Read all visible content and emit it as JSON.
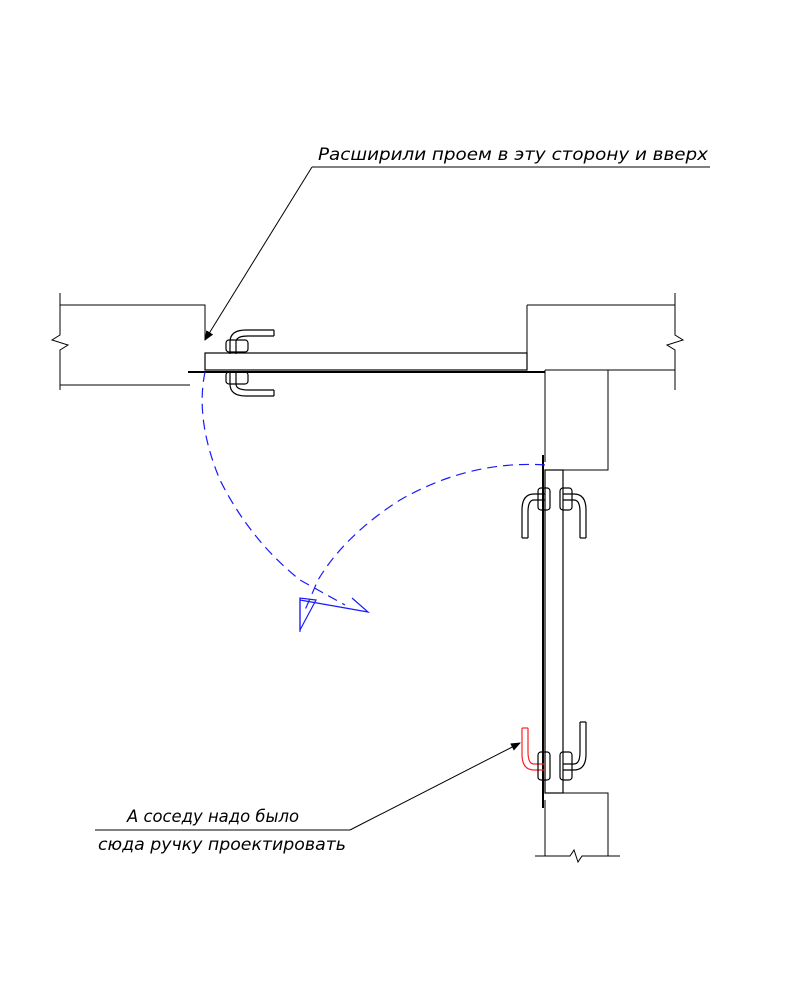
{
  "annotations": {
    "top_note": "Расширили проем в эту сторону и вверх",
    "bottom_note_line1": "А соседу надо было",
    "bottom_note_line2": "сюда ручку проектировать"
  },
  "colors": {
    "line": "#000000",
    "swing_path": "#1a1aff",
    "highlight_handle": "#ff2020",
    "handle": "#000000"
  }
}
